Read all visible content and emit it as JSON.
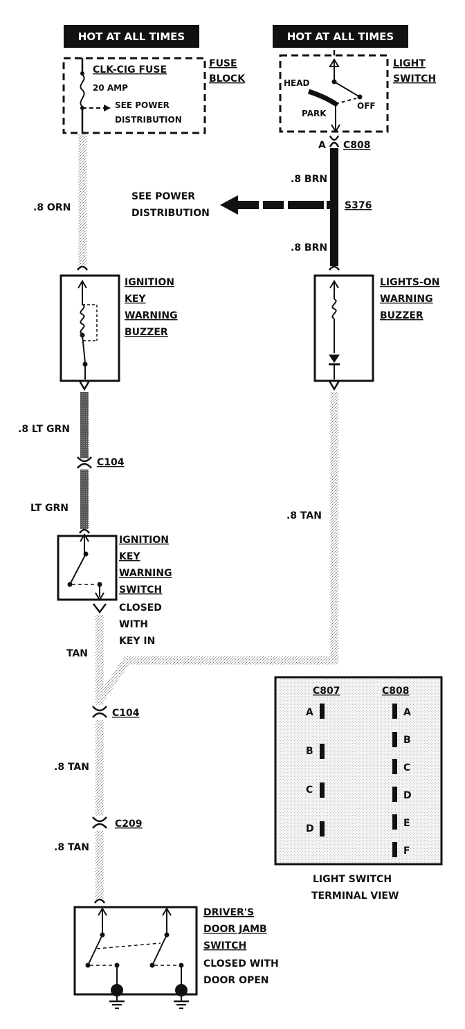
{
  "hot_left": "HOT AT ALL TIMES",
  "hot_right": "HOT AT ALL TIMES",
  "fuse_name": "CLK-CIG FUSE",
  "fuse_amp": "20 AMP",
  "fuse_see1": "SEE POWER",
  "fuse_see2": "DISTRIBUTION",
  "fuse_block1": "FUSE",
  "fuse_block2": "BLOCK",
  "ls_head": "HEAD",
  "ls_park": "PARK",
  "ls_off": "OFF",
  "ls_label1": "LIGHT",
  "ls_label2": "SWITCH",
  "conn_a": "A",
  "c808": "C808",
  "brn1": ".8 BRN",
  "brn2": ".8 BRN",
  "s376": "S376",
  "seepd1": "SEE POWER",
  "seepd2": "DISTRIBUTION",
  "orn": ".8 ORN",
  "ikb1": "IGNITION",
  "ikb2": "KEY",
  "ikb3": "WARNING",
  "ikb4": "BUZZER",
  "lob1": "LIGHTS-ON",
  "lob2": "WARNING",
  "lob3": "BUZZER",
  "ltgrn8": ".8 LT GRN",
  "c104a": "C104",
  "ltgrn": "LT GRN",
  "tan8a": ".8 TAN",
  "iks1": "IGNITION",
  "iks2": "KEY",
  "iks3": "WARNING",
  "iks4": "SWITCH",
  "iks5": "CLOSED",
  "iks6": "WITH",
  "iks7": "KEY IN",
  "tan": "TAN",
  "c104b": "C104",
  "tan8b": ".8 TAN",
  "c209": "C209",
  "tan8c": ".8 TAN",
  "djs1": "DRIVER'S",
  "djs2": "DOOR JAMB",
  "djs3": "SWITCH",
  "djs4": "CLOSED WITH",
  "djs5": "DOOR OPEN",
  "tv_c807": "C807",
  "tv_c808": "C808",
  "tv_c807_pins": [
    "A",
    "B",
    "C",
    "D"
  ],
  "tv_c808_pins": [
    "A",
    "B",
    "C",
    "D",
    "E",
    "F"
  ],
  "tv_title1": "LIGHT SWITCH",
  "tv_title2": "TERMINAL VIEW"
}
